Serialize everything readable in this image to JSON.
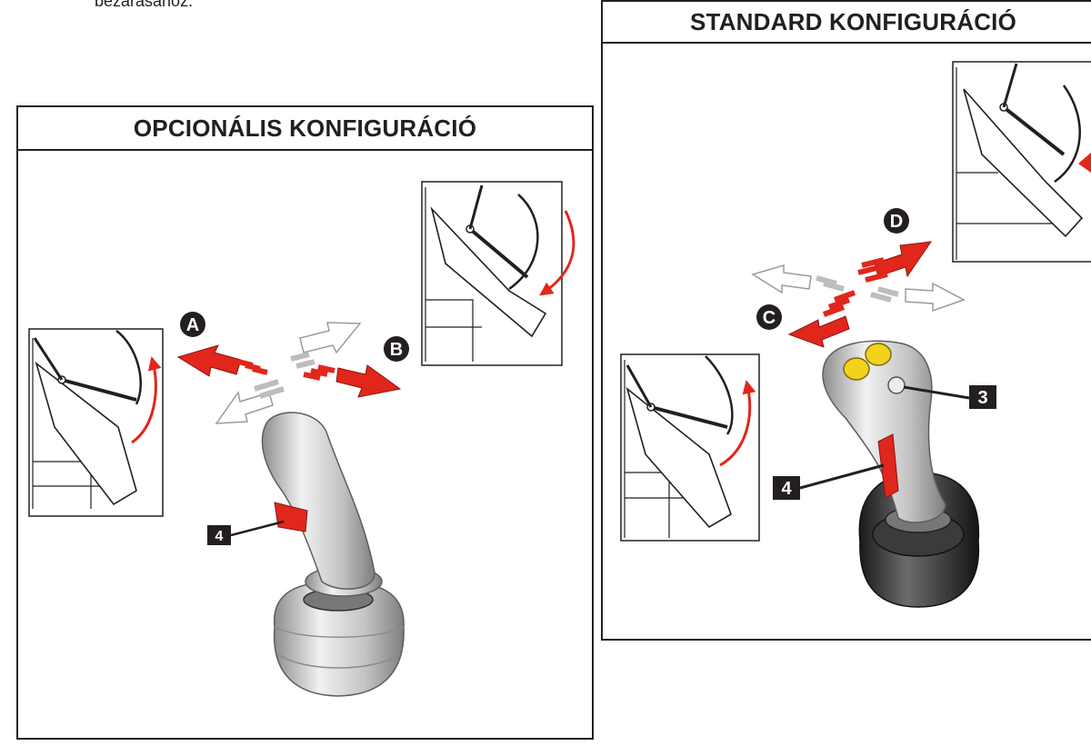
{
  "top_text": "bezárásához.",
  "left_panel": {
    "title": "OPCIONÁLIS KONFIGURÁCIÓ",
    "label_a": "A",
    "label_b": "B",
    "callout_4": "4"
  },
  "right_panel": {
    "title": "STANDARD KONFIGURÁCIÓ",
    "label_c": "C",
    "label_d": "D",
    "callout_3": "3",
    "callout_4": "4"
  },
  "colors": {
    "line": "#231f20",
    "arrow_red": "#e1261c",
    "accent_yellow": "#f2d21b",
    "handle_gray": "#c9c9c9"
  }
}
